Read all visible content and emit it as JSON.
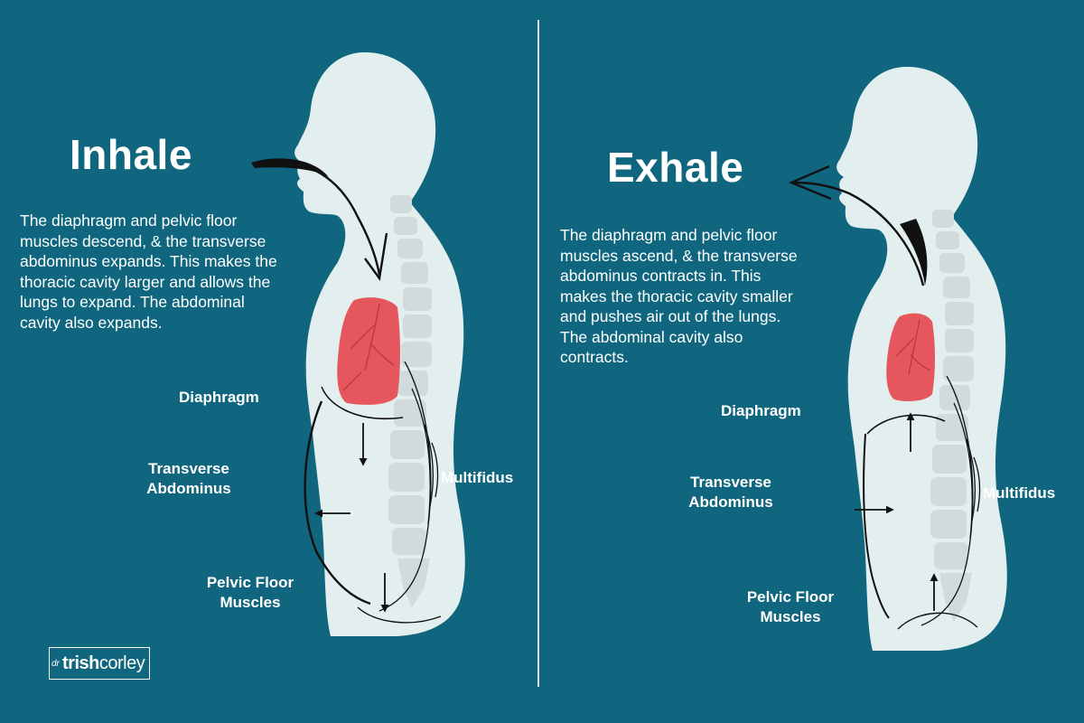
{
  "inhale": {
    "title": "Inhale",
    "description": "The diaphragm and pelvic floor muscles descend, & the transverse abdominus expands. This makes the thoracic cavity larger and allows the lungs to expand. The abdominal cavity also expands.",
    "labels": {
      "diaphragm": "Diaphragm",
      "transverse_1": "Transverse",
      "transverse_2": "Abdominus",
      "multifidus": "Multifidus",
      "pelvic_1": "Pelvic Floor",
      "pelvic_2": "Muscles"
    }
  },
  "exhale": {
    "title": "Exhale",
    "description": "The diaphragm and pelvic floor muscles ascend, & the transverse abdominus contracts in. This makes the thoracic cavity smaller and pushes air out of the lungs. The abdominal cavity also contracts.",
    "labels": {
      "diaphragm": "Diaphragm",
      "transverse_1": "Transverse",
      "transverse_2": "Abdominus",
      "multifidus": "Multifidus",
      "pelvic_1": "Pelvic Floor",
      "pelvic_2": "Muscles"
    }
  },
  "logo": {
    "prefix": "dr",
    "first": "trish",
    "last": "corley"
  },
  "colors": {
    "background": "#0f667e",
    "body": "#e3efef",
    "spine": "#d1dada",
    "lung": "#e6565d",
    "arrow": "#111111",
    "text": "#ffffff"
  }
}
